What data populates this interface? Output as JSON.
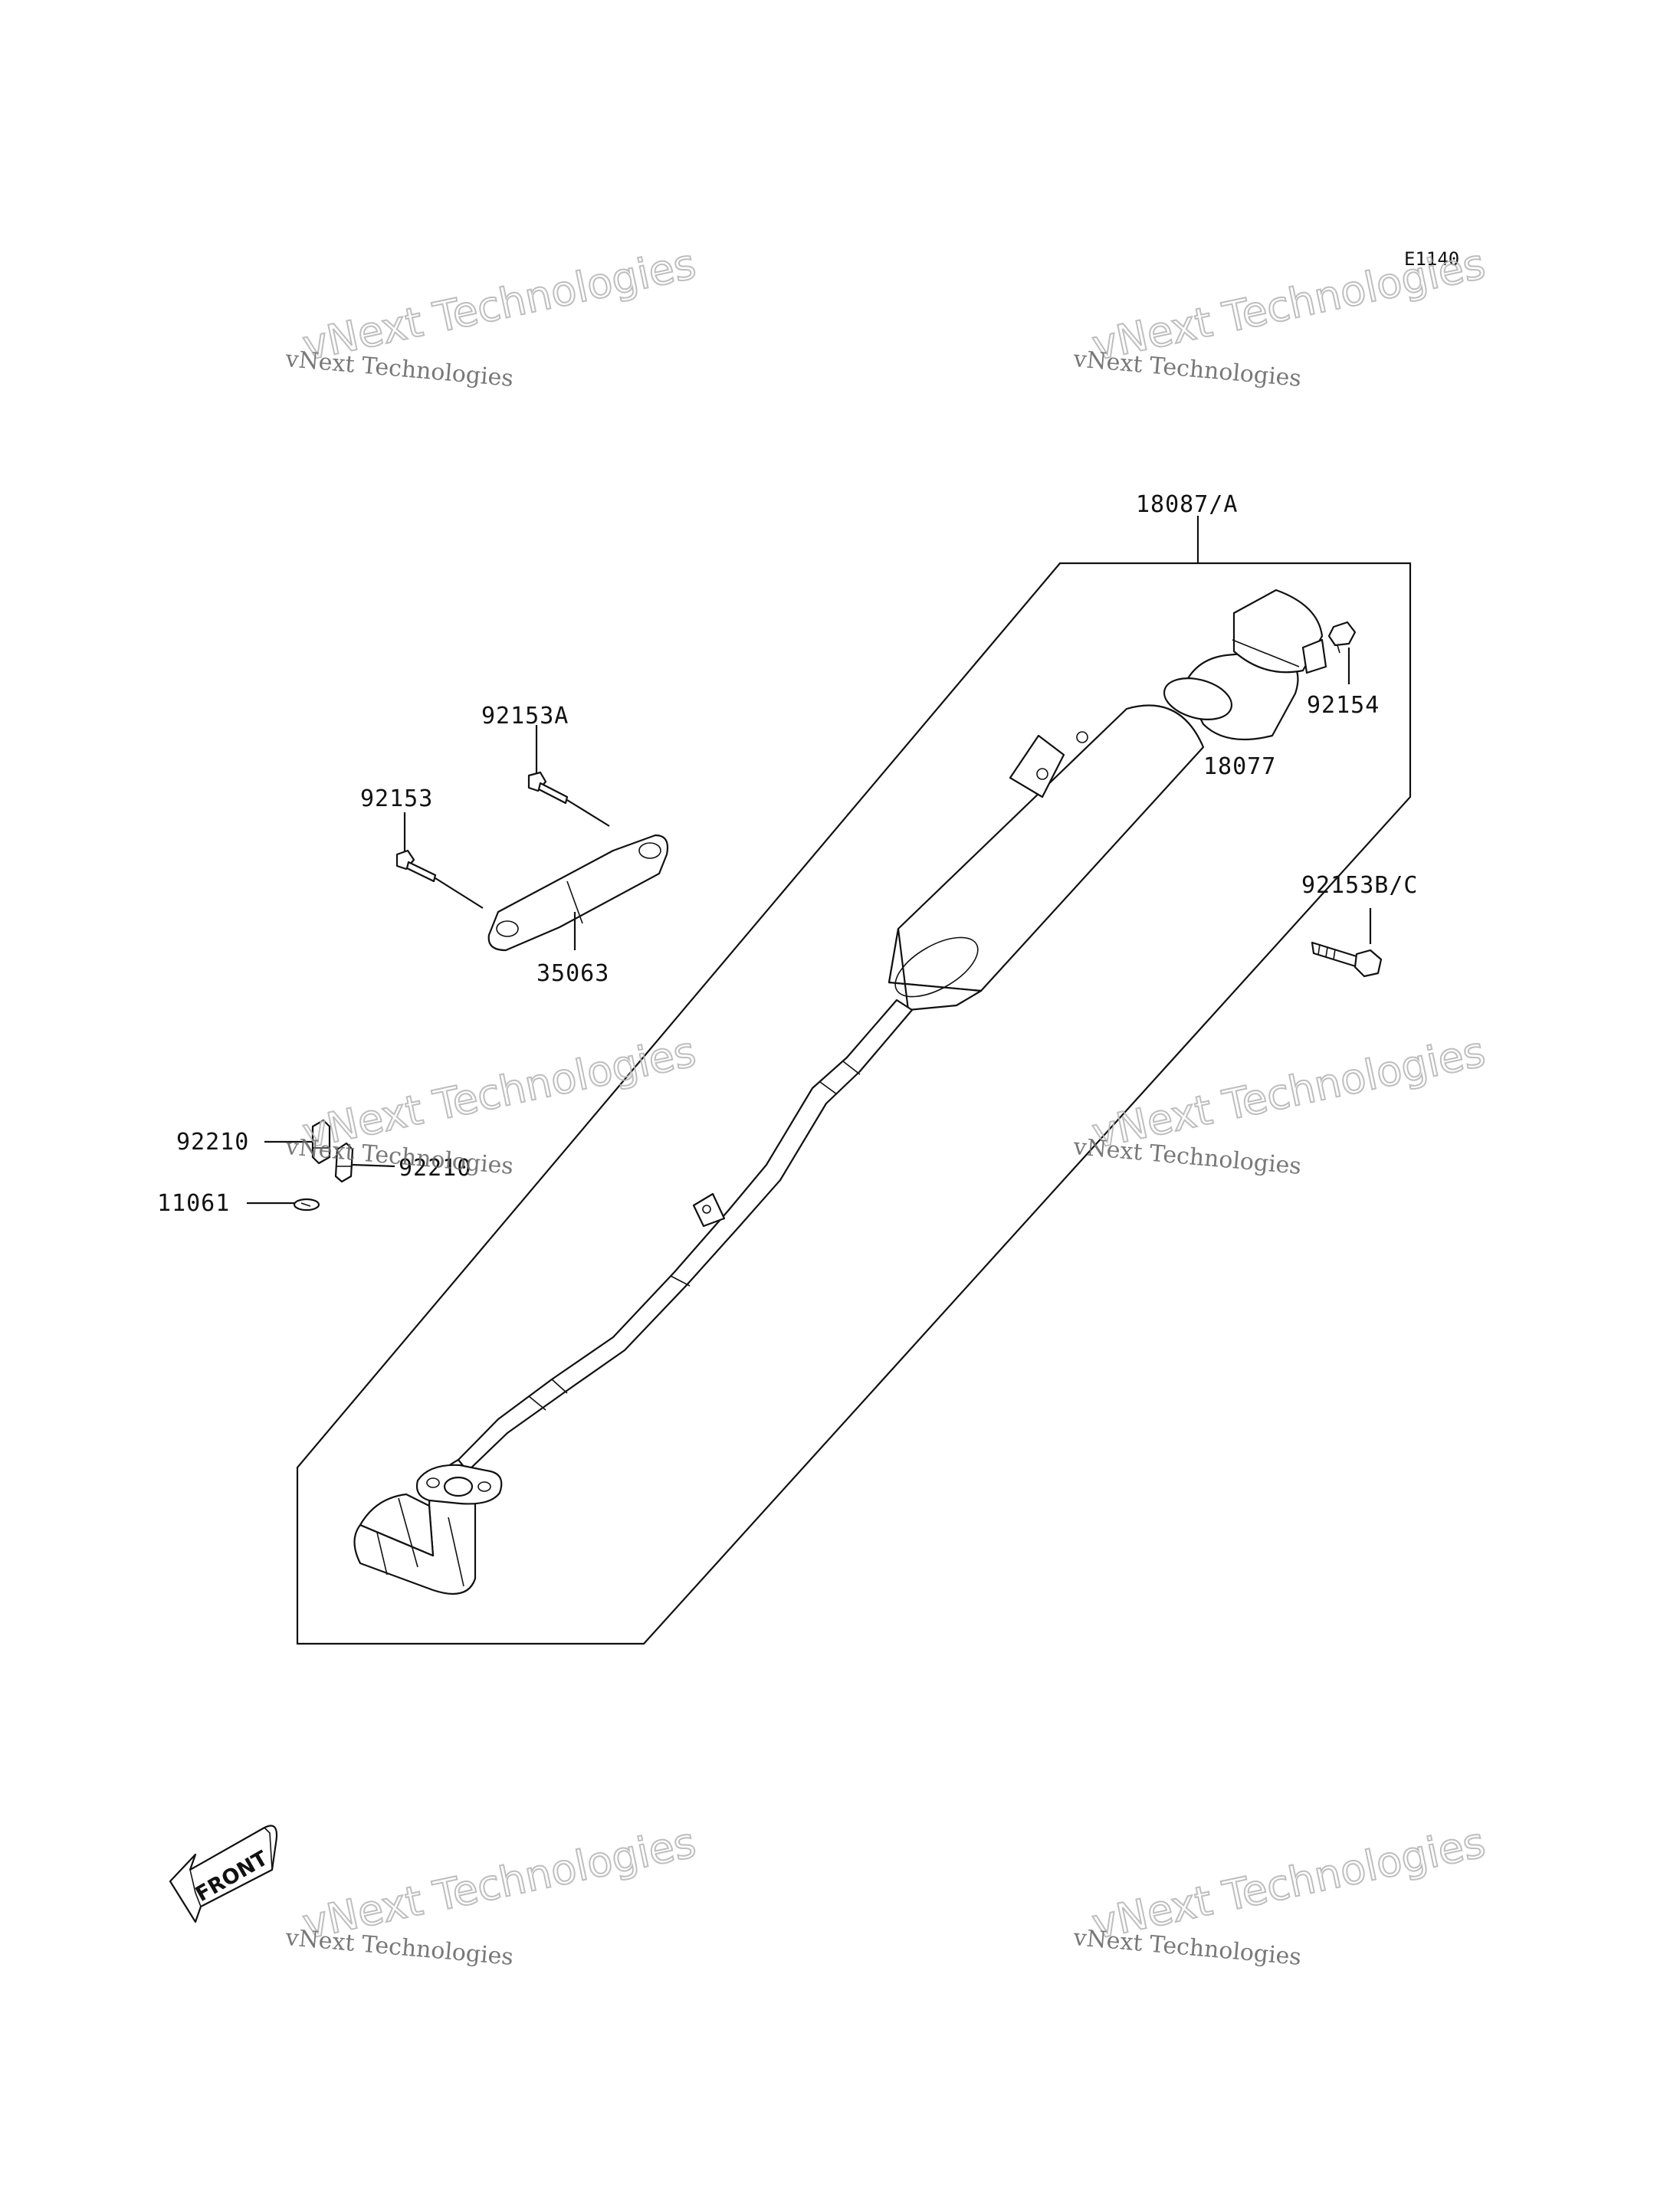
{
  "diagram": {
    "code": "E1140",
    "parts": [
      {
        "id": "p18087",
        "label": "18087/A"
      },
      {
        "id": "p18077",
        "label": "18077"
      },
      {
        "id": "p92154",
        "label": "92154"
      },
      {
        "id": "p92153A",
        "label": "92153A"
      },
      {
        "id": "p92153",
        "label": "92153"
      },
      {
        "id": "p35063",
        "label": "35063"
      },
      {
        "id": "p92153BC",
        "label": "92153B/C"
      },
      {
        "id": "p92210a",
        "label": "92210"
      },
      {
        "id": "p92210b",
        "label": "92210"
      },
      {
        "id": "p11061",
        "label": "11061"
      }
    ],
    "front_label": "FRONT"
  },
  "watermark": {
    "line1": "vNext Technologies",
    "line2": "vNext Technologies"
  }
}
